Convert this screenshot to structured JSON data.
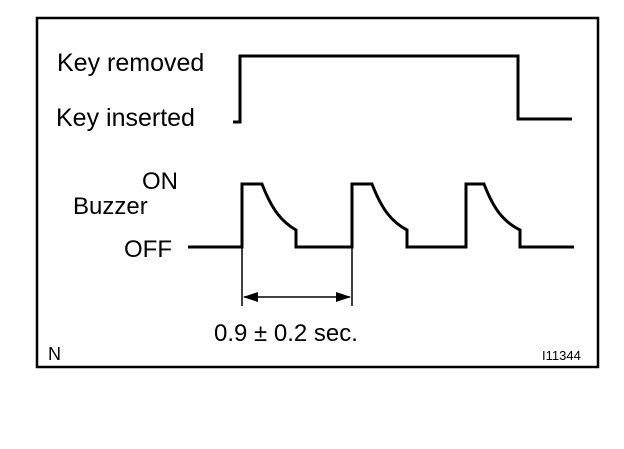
{
  "labels": {
    "key_removed": "Key removed",
    "key_inserted": "Key inserted",
    "buzzer_on": "ON",
    "buzzer": "Buzzer",
    "buzzer_off": "OFF",
    "period": "0.9 ± 0.2 sec.",
    "corner_mark": "N",
    "figure_code": "I11344"
  },
  "colors": {
    "line": "#000000",
    "background": "#ffffff"
  }
}
